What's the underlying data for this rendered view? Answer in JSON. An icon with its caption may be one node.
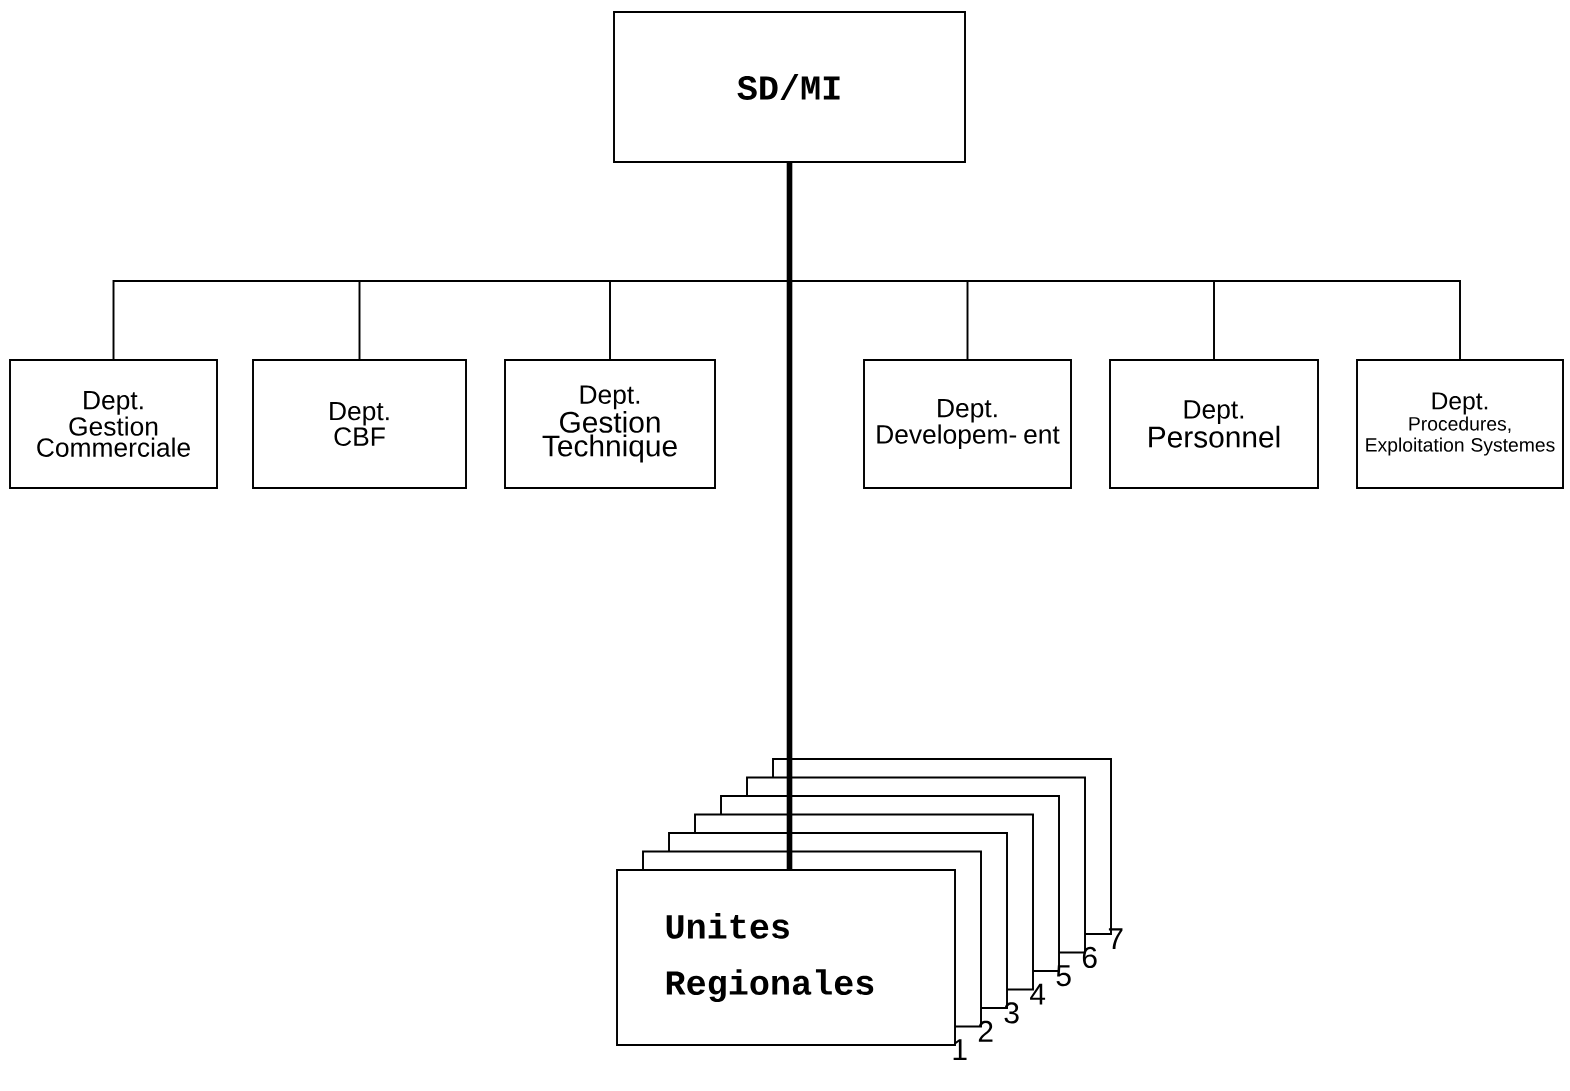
{
  "diagram": {
    "nodes": [
      {
        "text": [
          "SD/MI"
        ]
      },
      {
        "text": [
          "Dept.",
          "Gestion Commerciale"
        ]
      },
      {
        "text": [
          "Dept.",
          "CBF"
        ]
      },
      {
        "text": [
          "Dept.",
          "Gestion Technique"
        ]
      },
      {
        "text": [
          "Dept.",
          "Developem- ent"
        ]
      },
      {
        "text": [
          "Dept.",
          "Personnel"
        ]
      },
      {
        "text": [
          "Dept.",
          "Procedures, Exploitation Systemes"
        ]
      },
      {
        "text": [
          "Unites Regionales"
        ],
        "beside": [
          "1",
          "2",
          "3",
          "4",
          "5",
          "6",
          "7"
        ]
      }
    ],
    "edges": [
      {
        "from": 0,
        "to": 1,
        "arrow": "none"
      },
      {
        "from": 0,
        "to": 2,
        "arrow": "none"
      },
      {
        "from": 0,
        "to": 3,
        "arrow": "none"
      },
      {
        "from": 0,
        "to": 4,
        "arrow": "none"
      },
      {
        "from": 0,
        "to": 5,
        "arrow": "none"
      },
      {
        "from": 0,
        "to": 6,
        "arrow": "none"
      },
      {
        "from": 0,
        "to": 7,
        "arrow": "none",
        "style": "thick"
      }
    ]
  }
}
